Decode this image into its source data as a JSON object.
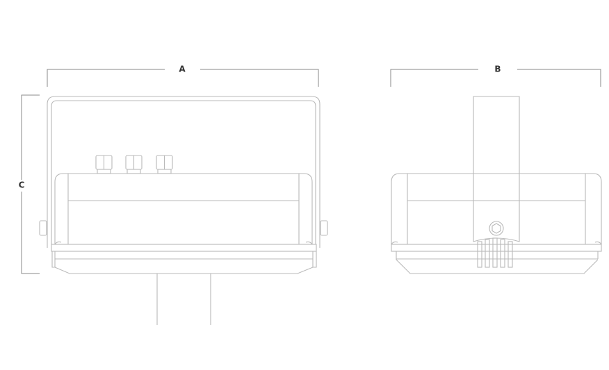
{
  "dimensions": {
    "width_label": "A",
    "depth_label": "B",
    "height_label": "C"
  },
  "colors": {
    "outline": "#b9b9b9",
    "dimension_line": "#8a8a8a",
    "label": "#333333"
  }
}
